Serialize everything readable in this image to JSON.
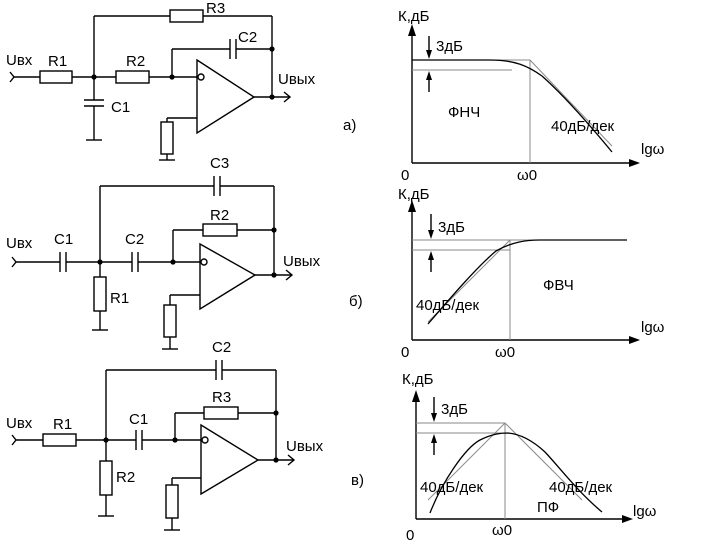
{
  "colors": {
    "ink": "#000000",
    "asymptote": "#8a8a8a",
    "background": "#ffffff"
  },
  "labels": {
    "in": "Uвх",
    "out": "Uвых",
    "R1": "R1",
    "R2": "R2",
    "R3": "R3",
    "C1": "C1",
    "C2": "C2",
    "C3": "C3",
    "ylabel": "К,дБ",
    "xlabel": "lgω",
    "zero": "0",
    "omega0": "ω0",
    "db3": "3дБ",
    "slope": "40дБ/дек",
    "case_a": "а)",
    "case_b": "б)",
    "case_c": "в)",
    "lpf": "ФНЧ",
    "hpf": "ФВЧ",
    "bpf": "ПФ"
  }
}
